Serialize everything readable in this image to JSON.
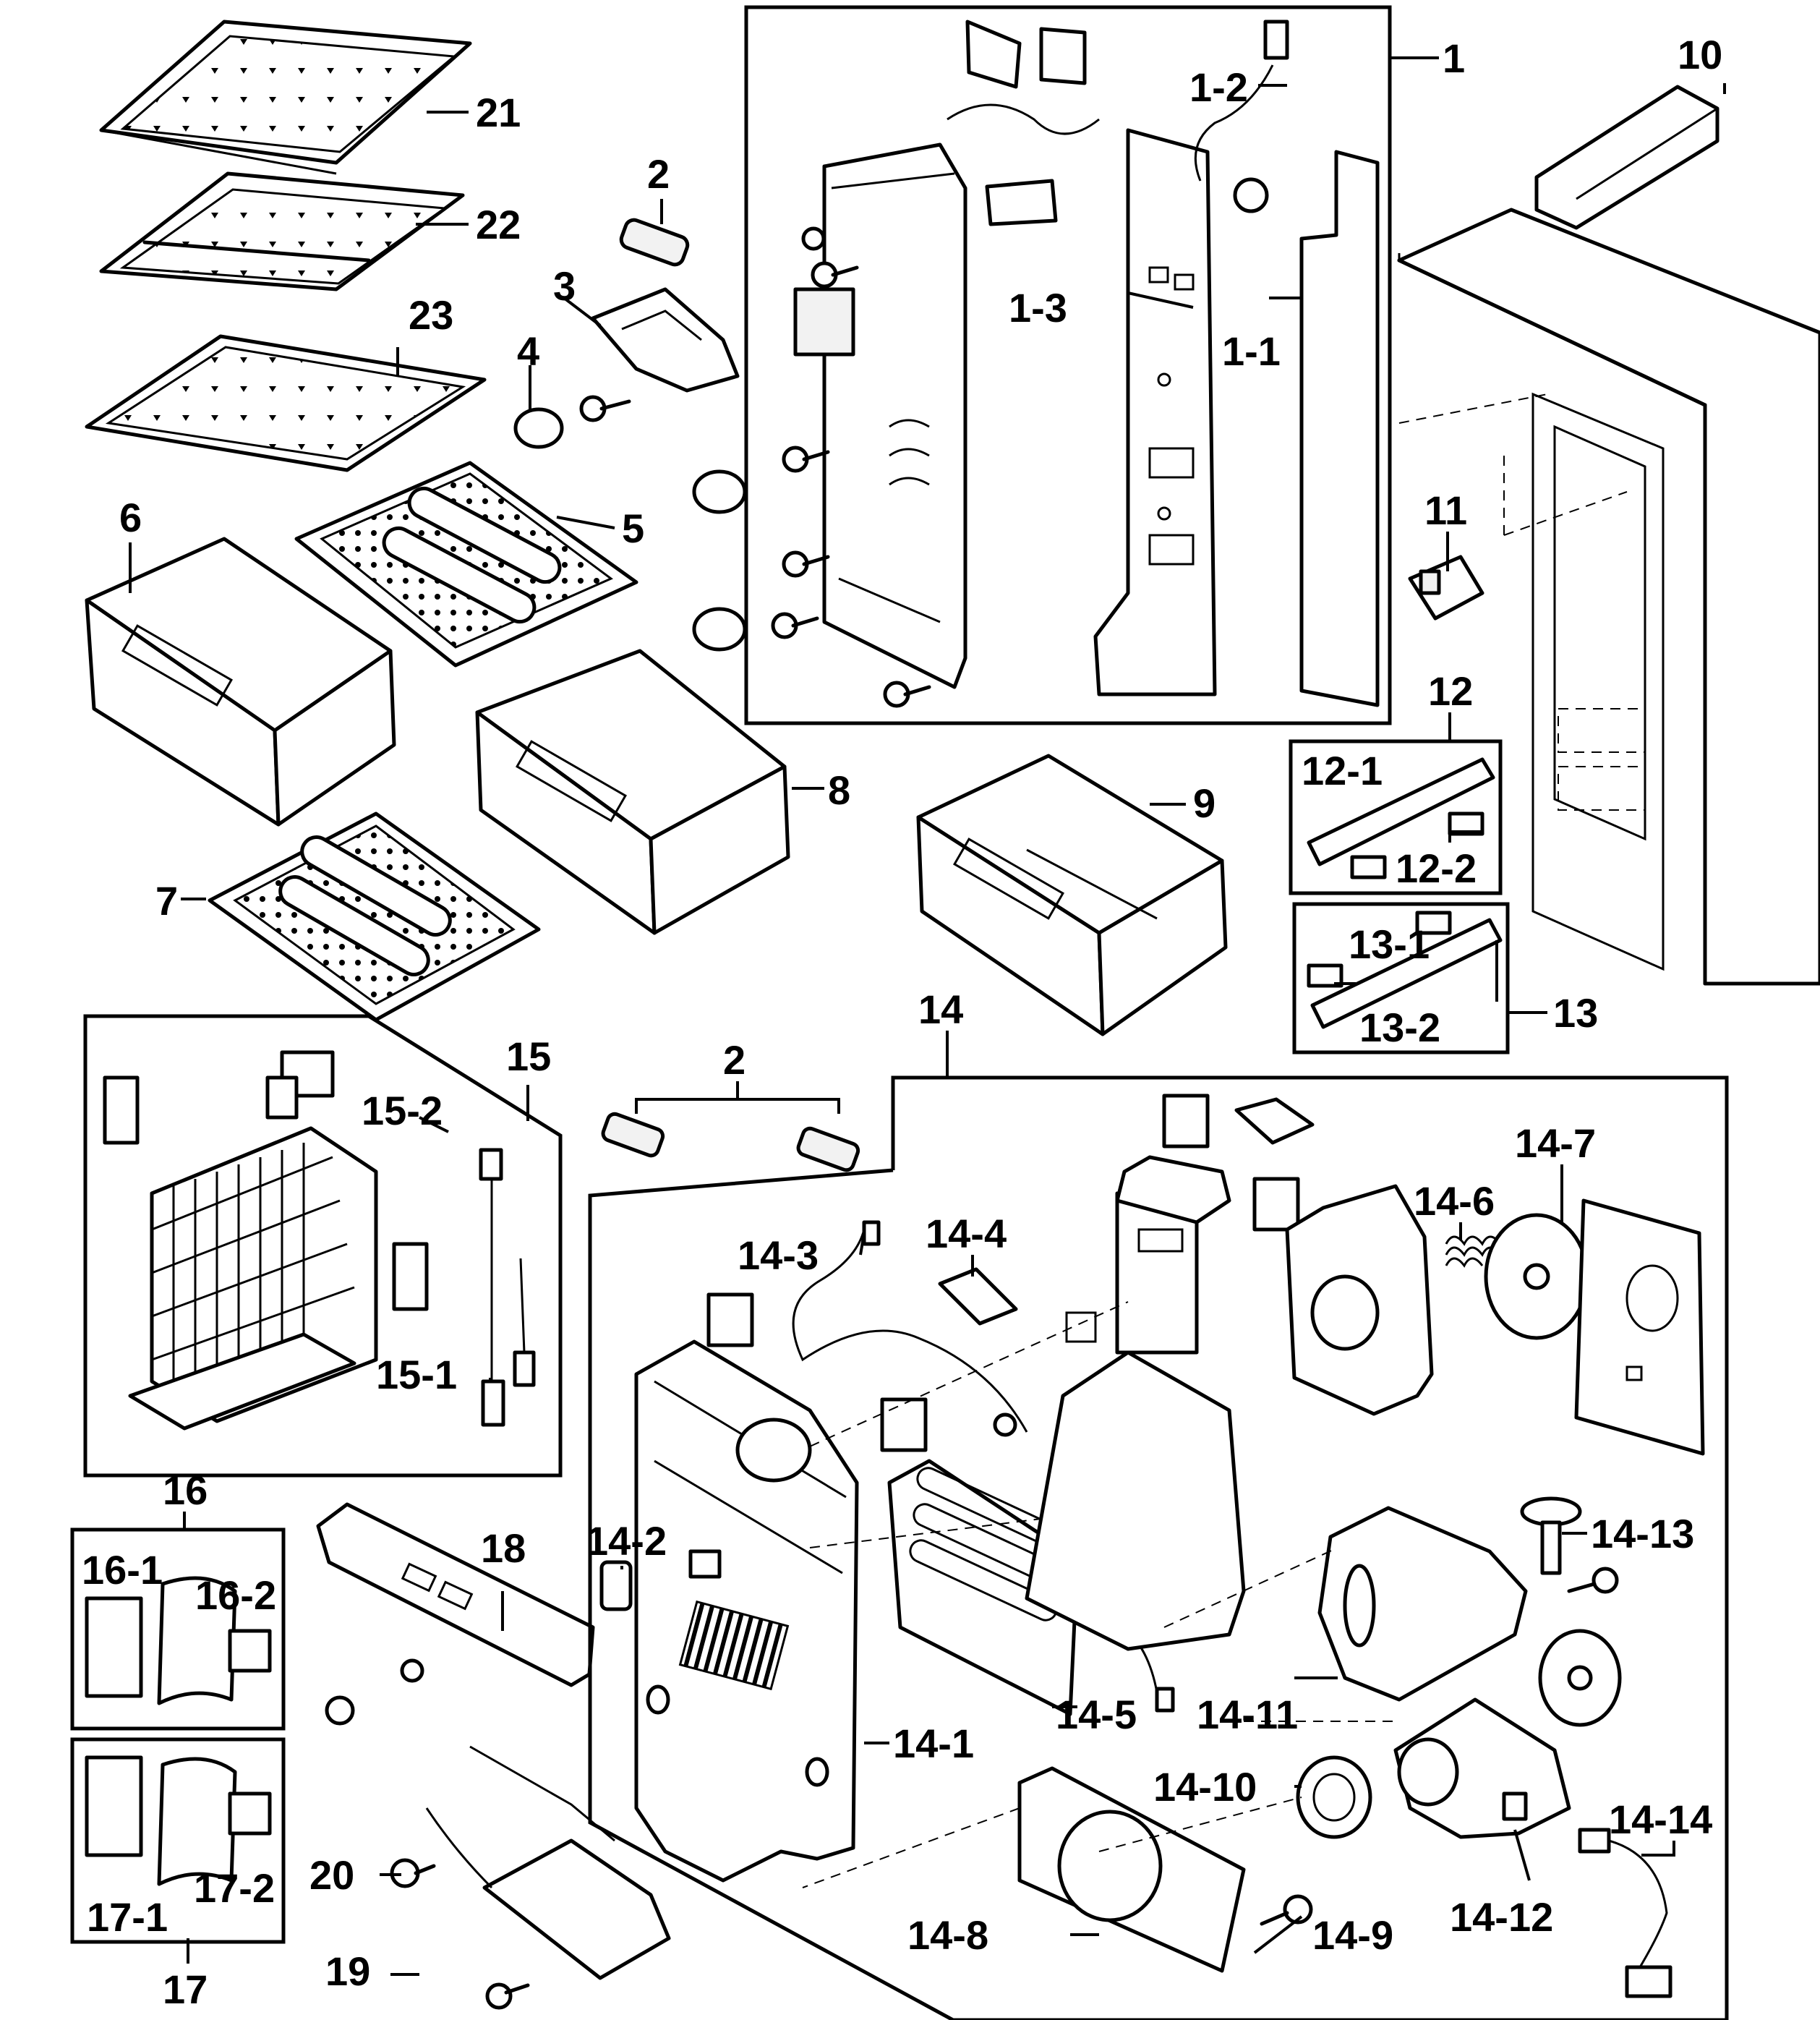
{
  "labels": {
    "p1": "1",
    "p1_1": "1-1",
    "p1_2": "1-2",
    "p1_3": "1-3",
    "p2a": "2",
    "p2b": "2",
    "p3": "3",
    "p4": "4",
    "p5": "5",
    "p6": "6",
    "p7": "7",
    "p8": "8",
    "p9": "9",
    "p10": "10",
    "p11": "11",
    "p12": "12",
    "p12_1": "12-1",
    "p12_2": "12-2",
    "p13": "13",
    "p13_1": "13-1",
    "p13_2": "13-2",
    "p14": "14",
    "p14_1": "14-1",
    "p14_2": "14-2",
    "p14_3": "14-3",
    "p14_4": "14-4",
    "p14_5": "14-5",
    "p14_6": "14-6",
    "p14_7": "14-7",
    "p14_8": "14-8",
    "p14_9": "14-9",
    "p14_10": "14-10",
    "p14_11": "14-11",
    "p14_12": "14-12",
    "p14_13": "14-13",
    "p14_14": "14-14",
    "p15": "15",
    "p15_1": "15-1",
    "p15_2": "15-2",
    "p16": "16",
    "p16_1": "16-1",
    "p16_2": "16-2",
    "p17": "17",
    "p17_1": "17-1",
    "p17_2": "17-2",
    "p18": "18",
    "p19": "19",
    "p20": "20",
    "p21": "21",
    "p22": "22",
    "p23": "23"
  }
}
